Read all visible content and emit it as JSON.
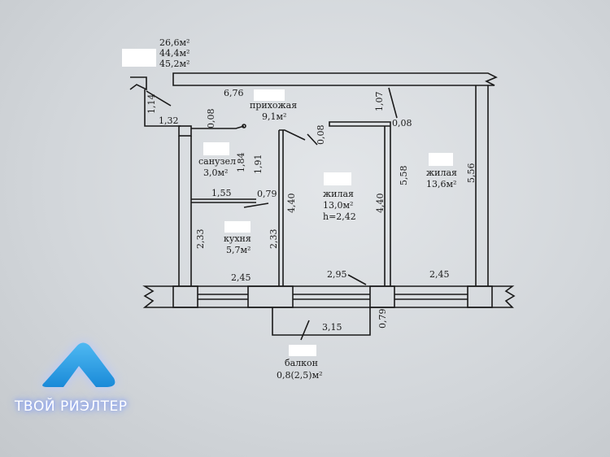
{
  "plan": {
    "totals": [
      "26,6м²",
      "44,4м²",
      "45,2м²"
    ],
    "rooms": {
      "hallway": {
        "name": "прихожая",
        "area": "9,1м²"
      },
      "bathroom": {
        "name": "санузел",
        "area": "3,0м²"
      },
      "kitchen": {
        "name": "кухня",
        "area": "5,7м²"
      },
      "living1": {
        "name": "жилая",
        "area": "13,0м²",
        "height": "h=2,42"
      },
      "living2": {
        "name": "жилая",
        "area": "13,6м²"
      },
      "balcony": {
        "name": "балкон",
        "area": "0,8(2,5)м²"
      }
    },
    "dimensions": {
      "d676": "6,76",
      "d114": "1,14",
      "d132": "1,32",
      "d008a": "0,08",
      "d008b": "0,08",
      "d008c": "0,08",
      "d107": "1,07",
      "d184": "1,84",
      "d191": "1,91",
      "d155": "1,55",
      "d079a": "0,79",
      "d440a": "4,40",
      "d440b": "4,40",
      "d558": "5,58",
      "d556": "5,56",
      "d233a": "2,33",
      "d233b": "2,33",
      "d245a": "2,45",
      "d295": "2,95",
      "d245b": "2,45",
      "d315": "3,15",
      "d079b": "0,79"
    }
  },
  "logo": {
    "text": "ТВОЙ РИЭЛТЕР",
    "color": "#2f9ee6"
  }
}
